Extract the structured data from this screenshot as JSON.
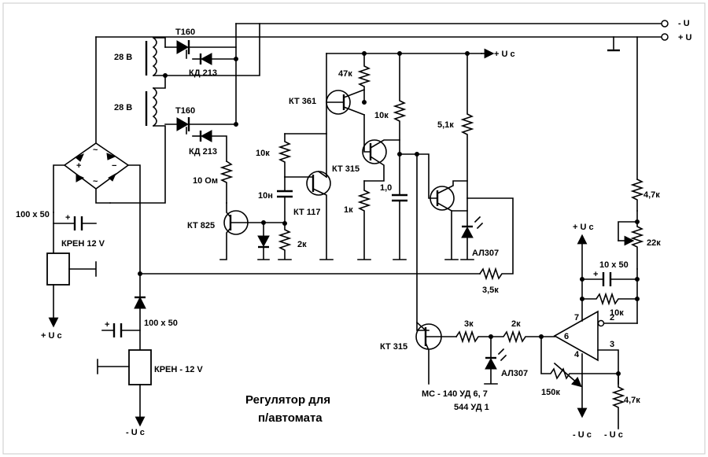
{
  "title_line1": "Регулятор для",
  "title_line2": "п/автомата",
  "terminals": {
    "minus_u": "- U",
    "plus_u": "+ U",
    "plus_uc_top": "+ U c"
  },
  "transformer": {
    "winding1": "28 В",
    "winding2": "28 В"
  },
  "thyristors": {
    "t1": "Т160",
    "t2": "Т160"
  },
  "diodes": {
    "d1": "КД 213",
    "d2": "КД 213"
  },
  "resistors": {
    "r_10om": "10 Ом",
    "r_47k": "47к",
    "r_10k_a": "10к",
    "r_10k_b": "10к",
    "r_5_1k": "5,1к",
    "r_1k": "1к",
    "r_2k_a": "2к",
    "r_3_5k": "3,5к",
    "r_3k": "3к",
    "r_2k_b": "2к",
    "r_4_7k_a": "4,7к",
    "r_22k": "22к",
    "r_10k_fb": "10к",
    "r_150k": "150к",
    "r_4_7k_b": "4,7к"
  },
  "capacitors": {
    "c_100x50_a": "100 x 50",
    "c_100x50_b": "100 x 50",
    "c_10n": "10н",
    "c_1_0": "1,0",
    "c_10x50": "10 x 50"
  },
  "transistors": {
    "kt361": "КТ 361",
    "kt315_a": "КТ 315",
    "kt117": "КТ 117",
    "kt825": "КТ 825",
    "kt315_b": "КТ 315"
  },
  "leds": {
    "led1": "АЛ307",
    "led2": "АЛ307"
  },
  "regulators": {
    "reg1": "КРЕН 12 V",
    "reg2": "КРЕН - 12 V"
  },
  "supply_labels": {
    "plus_uc_left": "+ U c",
    "minus_uc_left": "- U c",
    "plus_uc_opamp": "+ U c",
    "minus_uc_opamp": "- U c",
    "minus_uc_right": "- U c"
  },
  "opamp": {
    "pin7": "7",
    "pin2": "2",
    "pin6": "6",
    "pin3": "3",
    "pin4": "4",
    "part1": "МС - 140 УД 6, 7",
    "part2": "544 УД 1"
  },
  "bridge": {
    "ac1": "~",
    "ac2": "~",
    "plus": "+",
    "minus": "−"
  },
  "cap_polarity": {
    "p1": "+",
    "p2": "+",
    "p3": "+"
  }
}
